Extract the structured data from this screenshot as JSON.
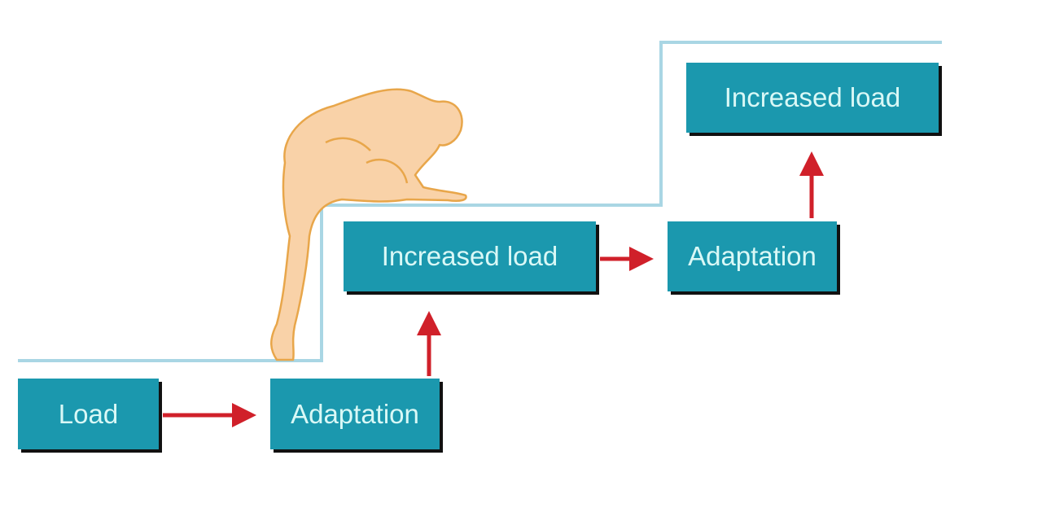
{
  "diagram": {
    "boxes": [
      {
        "label": "Load"
      },
      {
        "label": "Adaptation"
      },
      {
        "label": "Increased load"
      },
      {
        "label": "Adaptation"
      },
      {
        "label": "Increased load"
      }
    ],
    "colors": {
      "box": "#1b98ae",
      "text": "#d9f8f6",
      "arrow": "#d0202a",
      "stairs": "#a9d6e4",
      "figure": "#f9d2a8",
      "figure_outline": "#e8a64a"
    }
  }
}
